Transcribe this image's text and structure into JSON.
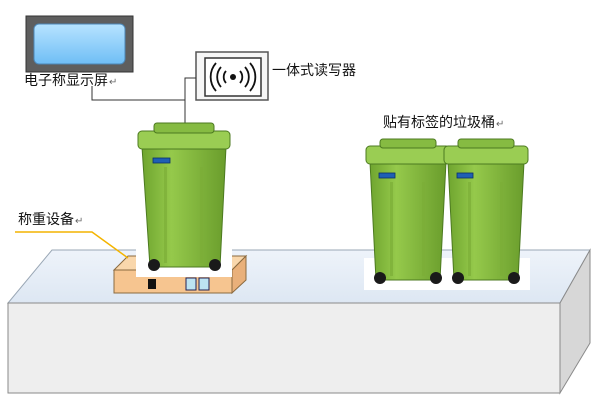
{
  "labels": {
    "display": "电子称显示屏",
    "reader": "一体式读写器",
    "bins": "贴有标签的垃圾桶",
    "scale": "称重设备"
  },
  "colors": {
    "bin_green": "#8cc342",
    "bin_dark": "#5e8f28",
    "table_top": "#e6eef8",
    "table_front": "#eeeeee",
    "scale_wood": "#f6c590",
    "screen_blue": "#8fd0ff",
    "leader_line": "#f4b400",
    "tag_blue": "#1f5fb4"
  }
}
